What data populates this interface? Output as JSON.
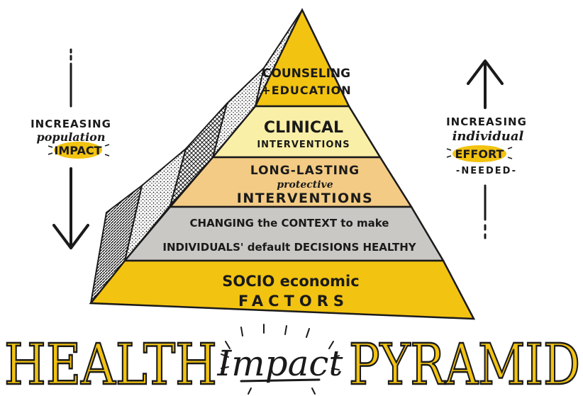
{
  "colors": {
    "gold": "#F2C311",
    "pale_yellow": "#FAEFA6",
    "tan": "#F3CB85",
    "gray": "#C9C8C5",
    "ink": "#1A1A1A",
    "paper": "#FFFFFF"
  },
  "pyramid": {
    "levels": [
      {
        "id": "counseling",
        "fill": "gold",
        "lines": [
          {
            "text": "COUNSELING",
            "style": "block"
          },
          {
            "text": "+EDUCATION",
            "style": "block"
          }
        ]
      },
      {
        "id": "clinical",
        "fill": "pale_yellow",
        "lines": [
          {
            "text": "CLINICAL",
            "style": "block"
          },
          {
            "text": "INTERVENTIONS",
            "style": "block"
          }
        ]
      },
      {
        "id": "long-lasting",
        "fill": "tan",
        "lines": [
          {
            "text": "LONG-LASTING",
            "style": "block"
          },
          {
            "text": "protective",
            "style": "script"
          },
          {
            "text": "INTERVENTIONS",
            "style": "block"
          }
        ]
      },
      {
        "id": "context",
        "fill": "gray",
        "lines": [
          {
            "text": "CHANGING the CONTEXT to make",
            "style": "block"
          },
          {
            "text": "INDIVIDUALS' default DECISIONS HEALTHY",
            "style": "block"
          }
        ]
      },
      {
        "id": "socioeconomic",
        "fill": "gold",
        "lines": [
          {
            "text": "SOCIO economic",
            "style": "block"
          },
          {
            "text": "FACTORS",
            "style": "block"
          }
        ]
      }
    ]
  },
  "left_note": {
    "line1": "INCREASING",
    "line2": "population",
    "highlight": "IMPACT",
    "arrow": "down-arrow-icon"
  },
  "right_note": {
    "line1": "INCREASING",
    "line2": "individual",
    "highlight": "EFFORT",
    "line4": "-NEEDED-",
    "arrow": "up-arrow-icon"
  },
  "title": {
    "left": "HEALTH",
    "middle": "Impact",
    "right": "PYRAMID"
  }
}
